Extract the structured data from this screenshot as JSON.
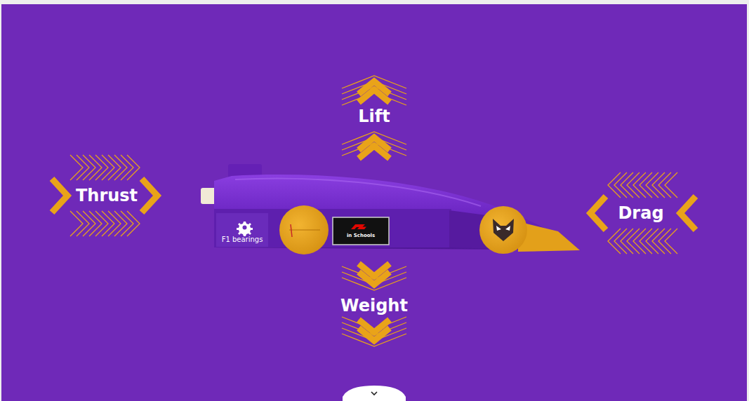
{
  "diagram": {
    "labels": [
      "Lift",
      "Thrust",
      "F1 bearings",
      "in Schools",
      "Drag",
      "Weight"
    ]
  }
}
